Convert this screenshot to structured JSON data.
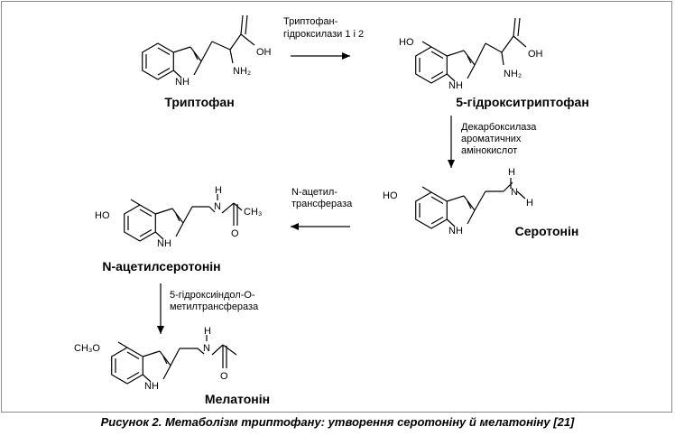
{
  "colors": {
    "ink": "#000000",
    "frame": "#8a8a8a",
    "background": "#ffffff"
  },
  "molecules": {
    "tryptophan": {
      "name": "Триптофан",
      "oh": "OH",
      "nh2": "NH₂",
      "nh": "NH"
    },
    "htp": {
      "name": "5-гідрокситриптофан",
      "ho": "HO",
      "oh": "OH",
      "nh2": "NH₂",
      "nh": "NH"
    },
    "serotonin": {
      "name": "Серотонін",
      "ho": "HO",
      "n": "N",
      "h1": "H",
      "h2": "H",
      "nh": "NH"
    },
    "nacetyl": {
      "name": "N-ацетилсеротонін",
      "ho": "HO",
      "h": "H",
      "n": "N",
      "ch3": "CH₃",
      "o": "O",
      "nh": "NH"
    },
    "melatonin": {
      "name": "Мелатонін",
      "ch3o": "CH₃O",
      "h": "H",
      "n": "N",
      "o": "O",
      "nh": "NH"
    }
  },
  "enzymes": {
    "e1": [
      "Триптофан-",
      "гідроксилази 1 і 2"
    ],
    "e2": [
      "Декарбоксилаза",
      "ароматичних",
      "амінокислот"
    ],
    "e3": [
      "N-ацетил-",
      "трансфераза"
    ],
    "e4": [
      "5-гідроксиіндол-О-",
      "метилтрансфераза"
    ]
  },
  "caption": "Рисунок 2. Метаболізм триптофану: утворення серотоніну й мелатоніну [21]"
}
